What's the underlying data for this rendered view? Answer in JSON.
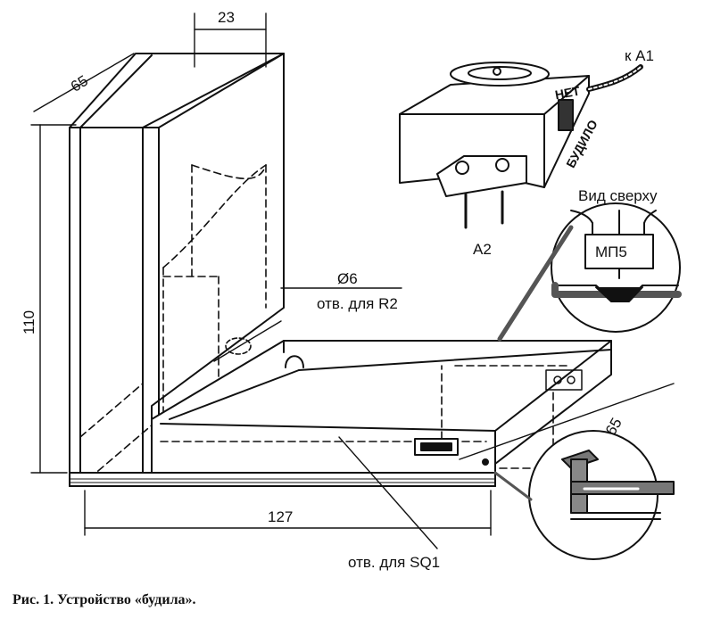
{
  "figure": {
    "labels": {
      "dim_top": "23",
      "dim_left_top": "65",
      "dim_height": "110",
      "dim_bottom": "127",
      "dim_right": "65",
      "hole_diameter": "Ø6",
      "hole_r2": "отв. для R2",
      "hole_sq1": "отв. для SQ1",
      "to_a1": "к А1",
      "plug": "А2",
      "view_top": "Вид  сверху",
      "transistor": "МП5",
      "switch_off": "НЕТ",
      "switch_on": "БУДИЛО"
    },
    "caption": "Рис. 1. Устройство «будила»."
  }
}
